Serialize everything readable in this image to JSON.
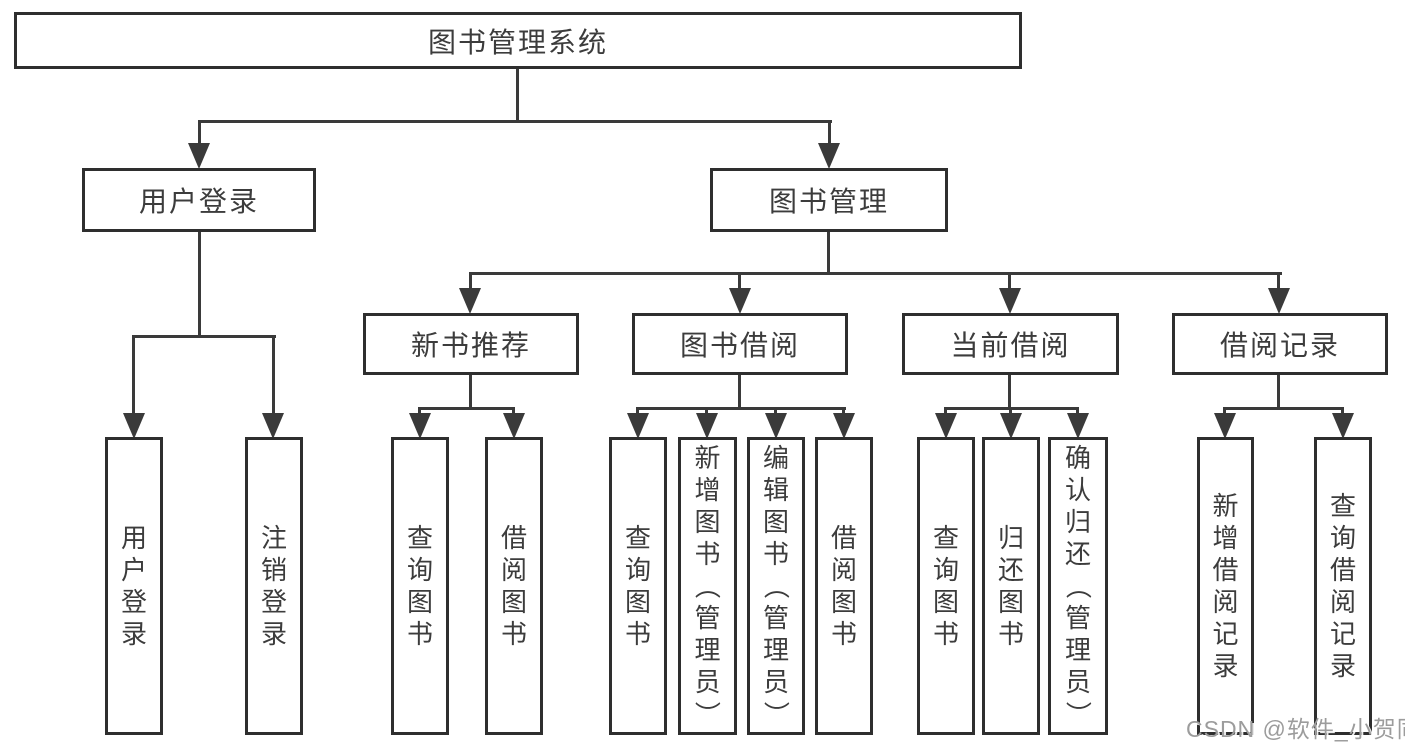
{
  "diagram": {
    "root": {
      "label": "图书管理系统"
    },
    "branches": [
      {
        "label": "用户登录",
        "leaves": [
          "用户登录",
          "注销登录"
        ]
      },
      {
        "label": "图书管理",
        "groups": [
          {
            "label": "新书推荐",
            "leaves": [
              "查询图书",
              "借阅图书"
            ]
          },
          {
            "label": "图书借阅",
            "leaves": [
              "查询图书",
              "新增图书（管理员）",
              "编辑图书（管理员）",
              "借阅图书"
            ]
          },
          {
            "label": "当前借阅",
            "leaves": [
              "查询图书",
              "归还图书",
              "确认归还（管理员）"
            ]
          },
          {
            "label": "借阅记录",
            "leaves": [
              "新增借阅记录",
              "查询借阅记录"
            ]
          }
        ]
      }
    ]
  },
  "watermark": {
    "text": "CSDN @软件_小贺同学"
  },
  "colors": {
    "line": "#3a3a3a",
    "border": "#2e2e2e",
    "text": "#3c3c3c",
    "background": "#ffffff",
    "watermark": "#9c9c9c"
  }
}
